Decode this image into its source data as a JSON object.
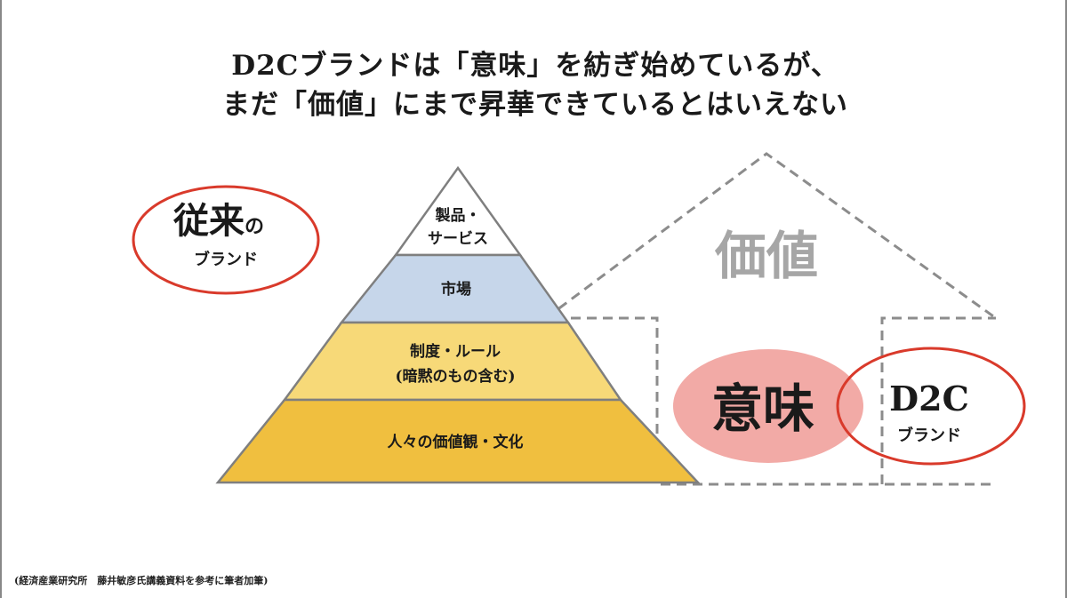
{
  "title": {
    "line1": "D2Cブランドは「意味」を紡ぎ始めているが、",
    "line2": "まだ「価値」にまで昇華できているとはいえない"
  },
  "traditional_brand": {
    "main": "従来",
    "particle": "の",
    "sub": "ブランド"
  },
  "pyramid": {
    "levels": [
      {
        "line1": "製品・",
        "line2": "サービス",
        "fill": "#ffffff"
      },
      {
        "line1": "市場",
        "line2": "",
        "fill": "#c6d6ea"
      },
      {
        "line1": "制度・ルール",
        "line2": "(暗黙のもの含む)",
        "fill": "#f7d978"
      },
      {
        "line1": "人々の価値観・文化",
        "line2": "",
        "fill": "#f0bf3f"
      }
    ]
  },
  "value_label": "価値",
  "meaning_label": "意味",
  "d2c_brand": {
    "main": "D2C",
    "sub": "ブランド"
  },
  "colors": {
    "oval_stroke": "#d93a2b",
    "meaning_fill": "#f2aaa6",
    "dashed": "#8c8c8c",
    "value_text": "#a6a6a6",
    "pyramid_stroke": "#7f7f7f"
  },
  "footnote": "(経済産業研究所　藤井敏彦氏講義資料を参考に筆者加筆)"
}
